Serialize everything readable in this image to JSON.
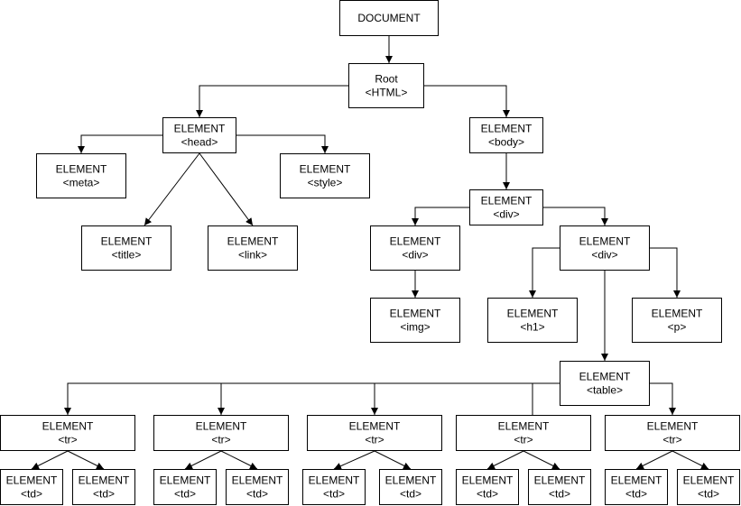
{
  "diagram": {
    "nodes": [
      {
        "id": "document",
        "lines": [
          "DOCUMENT"
        ]
      },
      {
        "id": "root",
        "lines": [
          "Root",
          "<HTML>"
        ]
      },
      {
        "id": "head",
        "lines": [
          "ELEMENT",
          "<head>"
        ]
      },
      {
        "id": "body",
        "lines": [
          "ELEMENT",
          "<body>"
        ]
      },
      {
        "id": "meta",
        "lines": [
          "ELEMENT",
          "<meta>"
        ]
      },
      {
        "id": "style",
        "lines": [
          "ELEMENT",
          "<style>"
        ]
      },
      {
        "id": "title",
        "lines": [
          "ELEMENT",
          "<title>"
        ]
      },
      {
        "id": "link",
        "lines": [
          "ELEMENT",
          "<link>"
        ]
      },
      {
        "id": "div0",
        "lines": [
          "ELEMENT",
          "<div>"
        ]
      },
      {
        "id": "div1",
        "lines": [
          "ELEMENT",
          "<div>"
        ]
      },
      {
        "id": "div2",
        "lines": [
          "ELEMENT",
          "<div>"
        ]
      },
      {
        "id": "img",
        "lines": [
          "ELEMENT",
          "<img>"
        ]
      },
      {
        "id": "h1",
        "lines": [
          "ELEMENT",
          "<h1>"
        ]
      },
      {
        "id": "p",
        "lines": [
          "ELEMENT",
          "<p>"
        ]
      },
      {
        "id": "table",
        "lines": [
          "ELEMENT",
          "<table>"
        ]
      },
      {
        "id": "tr1",
        "lines": [
          "ELEMENT",
          "<tr>"
        ]
      },
      {
        "id": "tr2",
        "lines": [
          "ELEMENT",
          "<tr>"
        ]
      },
      {
        "id": "tr3",
        "lines": [
          "ELEMENT",
          "<tr>"
        ]
      },
      {
        "id": "tr4",
        "lines": [
          "ELEMENT",
          "<tr>"
        ]
      },
      {
        "id": "tr5",
        "lines": [
          "ELEMENT",
          "<tr>"
        ]
      },
      {
        "id": "td1a",
        "lines": [
          "ELEMENT",
          "<td>"
        ]
      },
      {
        "id": "td1b",
        "lines": [
          "ELEMENT",
          "<td>"
        ]
      },
      {
        "id": "td2a",
        "lines": [
          "ELEMENT",
          "<td>"
        ]
      },
      {
        "id": "td2b",
        "lines": [
          "ELEMENT",
          "<td>"
        ]
      },
      {
        "id": "td3a",
        "lines": [
          "ELEMENT",
          "<td>"
        ]
      },
      {
        "id": "td3b",
        "lines": [
          "ELEMENT",
          "<td>"
        ]
      },
      {
        "id": "td4a",
        "lines": [
          "ELEMENT",
          "<td>"
        ]
      },
      {
        "id": "td4b",
        "lines": [
          "ELEMENT",
          "<td>"
        ]
      },
      {
        "id": "td5a",
        "lines": [
          "ELEMENT",
          "<td>"
        ]
      },
      {
        "id": "td5b",
        "lines": [
          "ELEMENT",
          "<td>"
        ]
      }
    ],
    "edges": [
      {
        "from": "document",
        "to": "root"
      },
      {
        "from": "root",
        "to": "head"
      },
      {
        "from": "root",
        "to": "body"
      },
      {
        "from": "head",
        "to": "meta"
      },
      {
        "from": "head",
        "to": "style"
      },
      {
        "from": "head",
        "to": "title"
      },
      {
        "from": "head",
        "to": "link"
      },
      {
        "from": "body",
        "to": "div0"
      },
      {
        "from": "div0",
        "to": "div1"
      },
      {
        "from": "div0",
        "to": "div2"
      },
      {
        "from": "div1",
        "to": "img"
      },
      {
        "from": "div2",
        "to": "h1"
      },
      {
        "from": "div2",
        "to": "p"
      },
      {
        "from": "div2",
        "to": "table"
      },
      {
        "from": "table",
        "to": "tr1"
      },
      {
        "from": "table",
        "to": "tr2"
      },
      {
        "from": "table",
        "to": "tr3"
      },
      {
        "from": "table",
        "to": "tr4"
      },
      {
        "from": "table",
        "to": "tr5"
      },
      {
        "from": "tr1",
        "to": "td1a"
      },
      {
        "from": "tr1",
        "to": "td1b"
      },
      {
        "from": "tr2",
        "to": "td2a"
      },
      {
        "from": "tr2",
        "to": "td2b"
      },
      {
        "from": "tr3",
        "to": "td3a"
      },
      {
        "from": "tr3",
        "to": "td3b"
      },
      {
        "from": "tr4",
        "to": "td4a"
      },
      {
        "from": "tr4",
        "to": "td4b"
      },
      {
        "from": "tr5",
        "to": "td5a"
      },
      {
        "from": "tr5",
        "to": "td5b"
      }
    ]
  }
}
